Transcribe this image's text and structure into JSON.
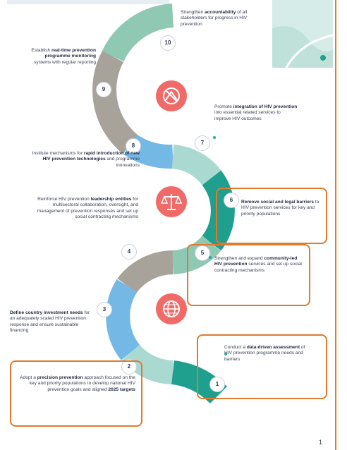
{
  "steps": [
    {
      "number": "1",
      "pre": "Conduct a ",
      "bold": "data-driven assessment",
      "post": " of HIV prevention programme needs and barriers"
    },
    {
      "number": "2",
      "pre": "Adopt a ",
      "bold": "precision prevention",
      "post": " approach focused on the key and priority populations to develop national HIV prevention goals and aligned ",
      "bold2": "2025 targets"
    },
    {
      "number": "3",
      "pre": "",
      "bold": "Define country investment needs",
      "post": " for an adequately scaled HIV prevention response and ensure sustainable financing"
    },
    {
      "number": "4",
      "pre": "Reinforce HIV prevention ",
      "bold": "leadership entities",
      "post": " for multisectoral collaboration, oversight, and management of prevention responses and set up social contracting mechanisms"
    },
    {
      "number": "5",
      "pre": "Strengthen and expand ",
      "bold": "community-led HIV prevention",
      "post": " services and set up social contracting mechanisms"
    },
    {
      "number": "6",
      "pre": "",
      "bold": "Remove social and legal barriers",
      "post": " to HIV prevention services for key and priority populations"
    },
    {
      "number": "7",
      "pre": "Promote ",
      "bold": "integration of HIV prevention",
      "post": " into essential related services to improve HIV outcomes"
    },
    {
      "number": "8",
      "pre": "Institute mechanisms for ",
      "bold": "rapid introduction of new HIV prevention technologies",
      "post": " and programme innovations"
    },
    {
      "number": "9",
      "pre": "Establish ",
      "bold": "real-time prevention programme monitoring",
      "post": " systems with regular reporting"
    },
    {
      "number": "10",
      "pre": "Strengthen ",
      "bold": "accountability",
      "post": " of all stakeholders for progress in HIV prevention"
    }
  ],
  "icons": [
    "no-discrimination-icon",
    "scales-of-justice-icon",
    "globe-icon"
  ],
  "page_number": "1",
  "colors": {
    "teal_dark": "#1f9f8e",
    "teal_light": "#a9d9d0",
    "sage": "#8fc9b4",
    "grey": "#a7a39a",
    "blue": "#74b9e6",
    "coral": "#f06a68",
    "highlight": "#e07a2e"
  }
}
